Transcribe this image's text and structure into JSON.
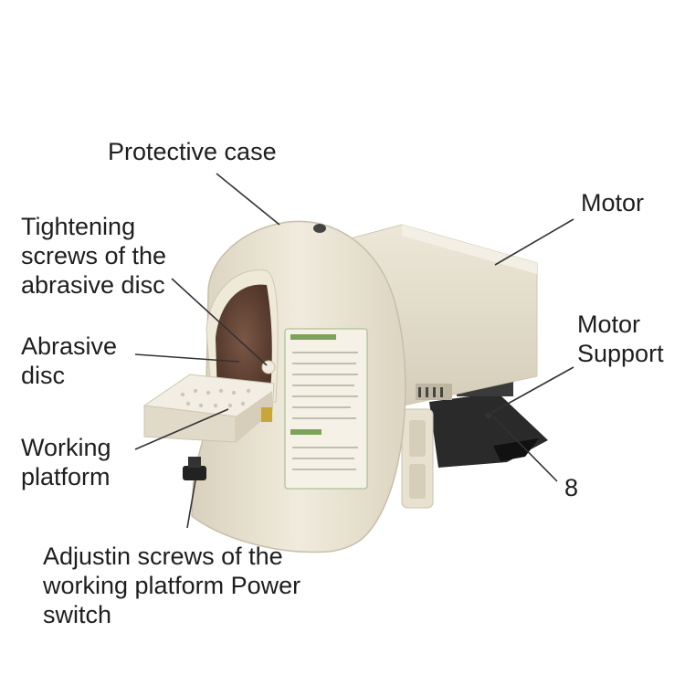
{
  "labels": {
    "protective_case": [
      "Protective case"
    ],
    "tightening_screws": [
      "Tightening",
      "screws of the",
      "abrasive disc"
    ],
    "abrasive_disc": [
      "Abrasive",
      "disc"
    ],
    "working_platform": [
      "Working",
      "platform"
    ],
    "adjusting_screws": [
      "Adjustin screws of the",
      "working platform Power",
      "switch"
    ],
    "motor": [
      "Motor"
    ],
    "motor_support": [
      "Motor",
      "Support"
    ],
    "number_8": [
      "8"
    ]
  },
  "colors": {
    "text": "#1e1e1e",
    "leader_line": "#333333",
    "case_body": "#ece6d6",
    "case_shadow": "#d8d0bc",
    "motor_housing": "#e6e0cf",
    "abrasive_disc": "#6b4a3a",
    "panel_text": "#5a8a3a",
    "base_dark": "#2a2a2a"
  }
}
